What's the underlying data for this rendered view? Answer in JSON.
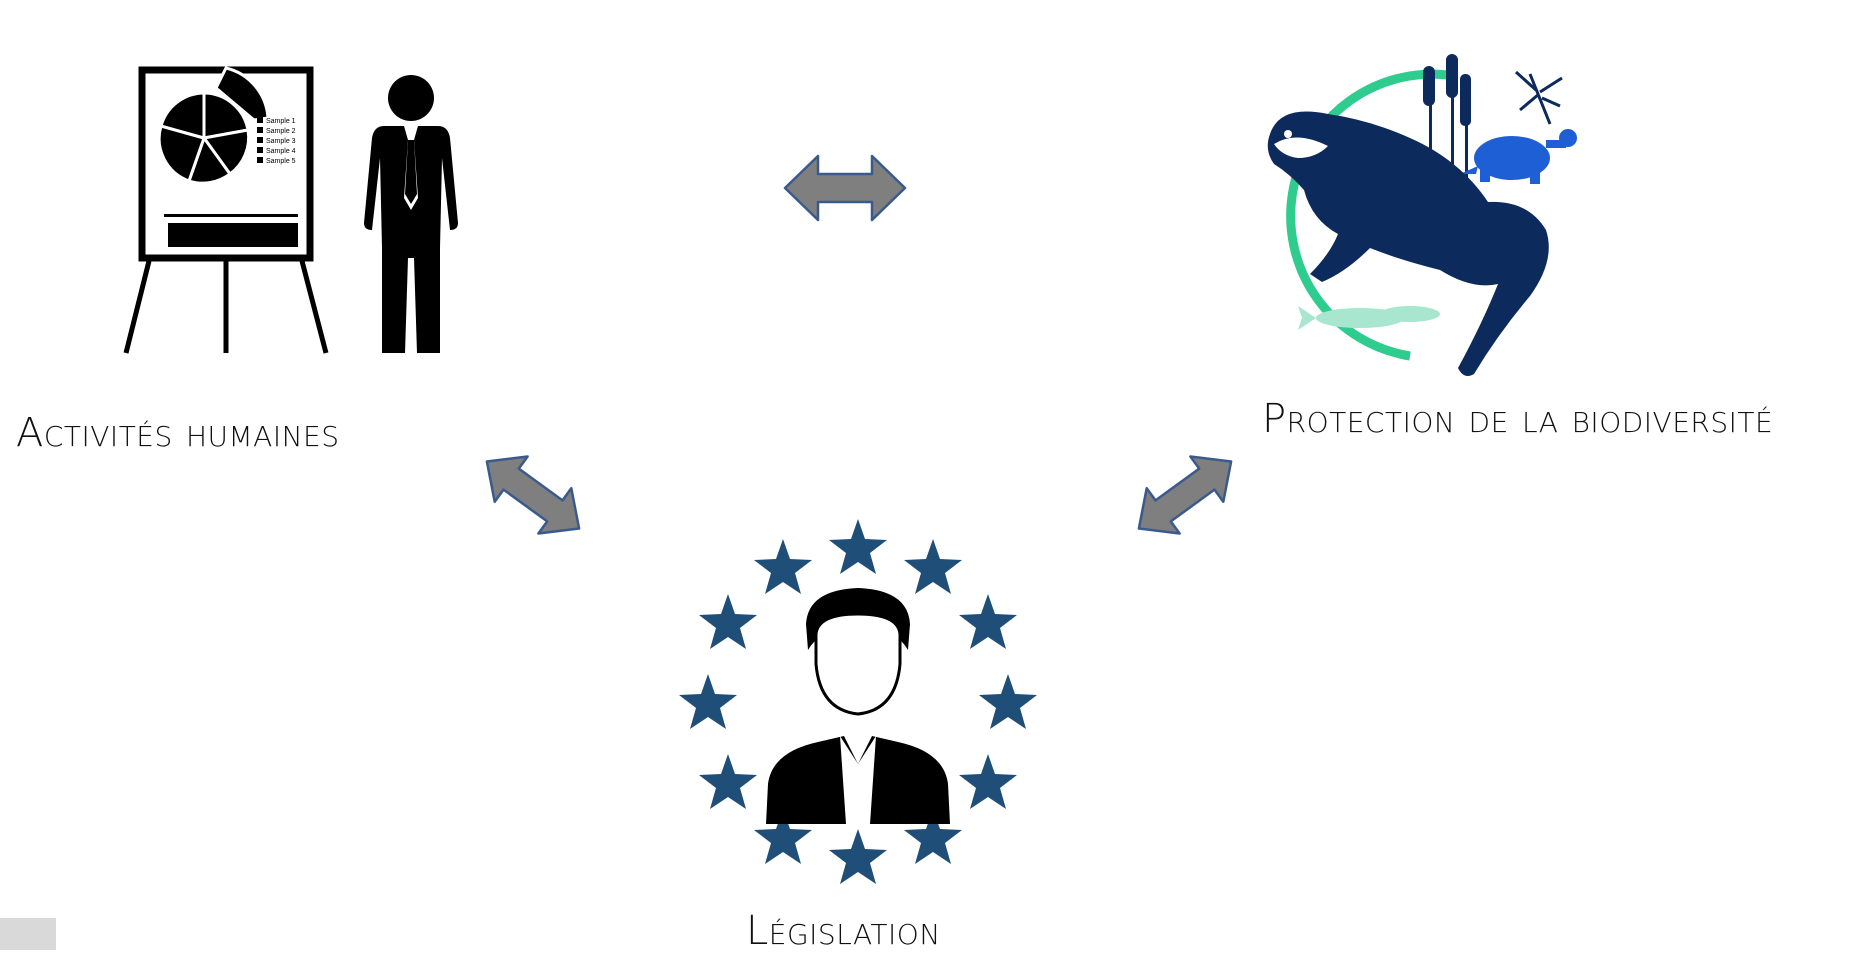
{
  "nodes": {
    "human": {
      "label": "Activités humaines",
      "icon": "presenter-with-chart-icon",
      "chart_legend": [
        "Sample 1",
        "Sample 2",
        "Sample 3",
        "Sample 4",
        "Sample 5"
      ]
    },
    "biodiversity": {
      "label": "Protection de la biodiversité",
      "icon": "otter-wildlife-icon"
    },
    "legislation": {
      "label": "Législation",
      "icon": "judge-with-eu-stars-icon"
    }
  },
  "connectors": [
    {
      "from": "human",
      "to": "biodiversity",
      "type": "double-arrow"
    },
    {
      "from": "human",
      "to": "legislation",
      "type": "double-arrow"
    },
    {
      "from": "biodiversity",
      "to": "legislation",
      "type": "double-arrow"
    }
  ],
  "colors": {
    "arrow_fill": "#7f7f7f",
    "arrow_stroke": "#3a5a8c",
    "eu_star": "#1f4e79",
    "otter_navy": "#0d2a5c",
    "turtle_blue": "#1f5fd6",
    "ring_green": "#2ecc8f",
    "fish_mint": "#a8e6cf"
  }
}
